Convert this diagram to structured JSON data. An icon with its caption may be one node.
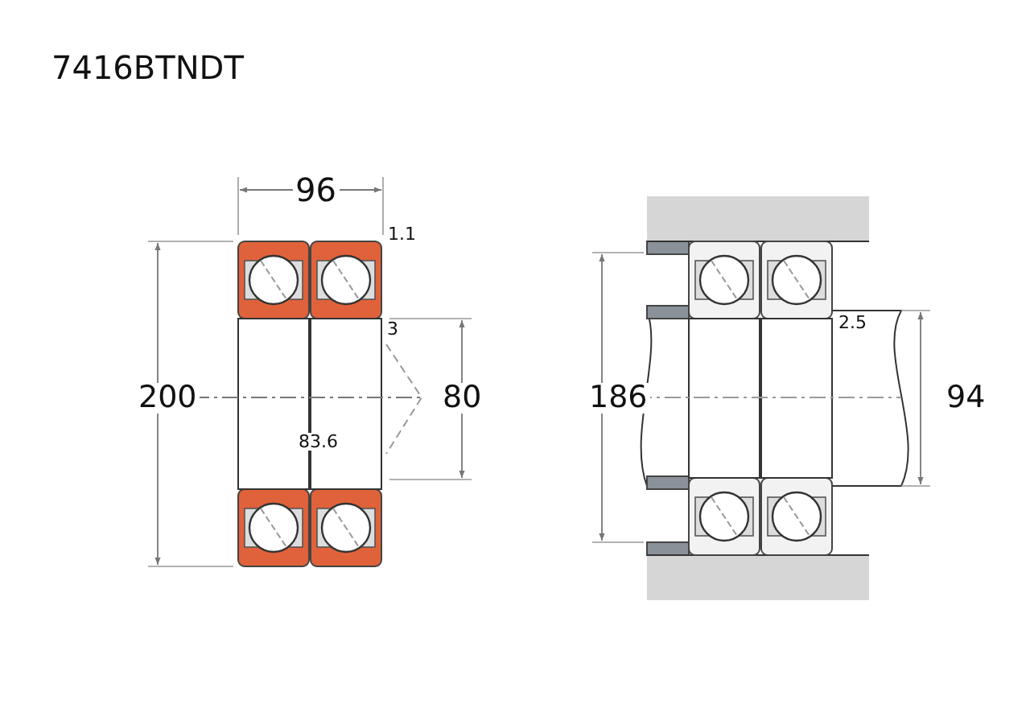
{
  "diagram": {
    "title": "7416BTNDT",
    "labels": [
      "96",
      "1.1",
      "3",
      "200",
      "80",
      "83.6",
      "186",
      "2.5",
      "94"
    ]
  }
}
